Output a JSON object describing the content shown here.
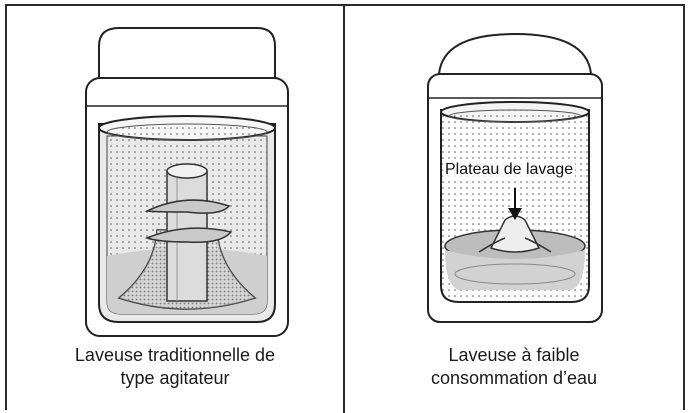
{
  "panels": {
    "left": {
      "caption_line1": "Laveuse traditionnelle de",
      "caption_line2": "type agitateur"
    },
    "right": {
      "callout": "Plateau de lavage",
      "caption_line1": "Laveuse à faible",
      "caption_line2": "consommation d’eau"
    }
  }
}
